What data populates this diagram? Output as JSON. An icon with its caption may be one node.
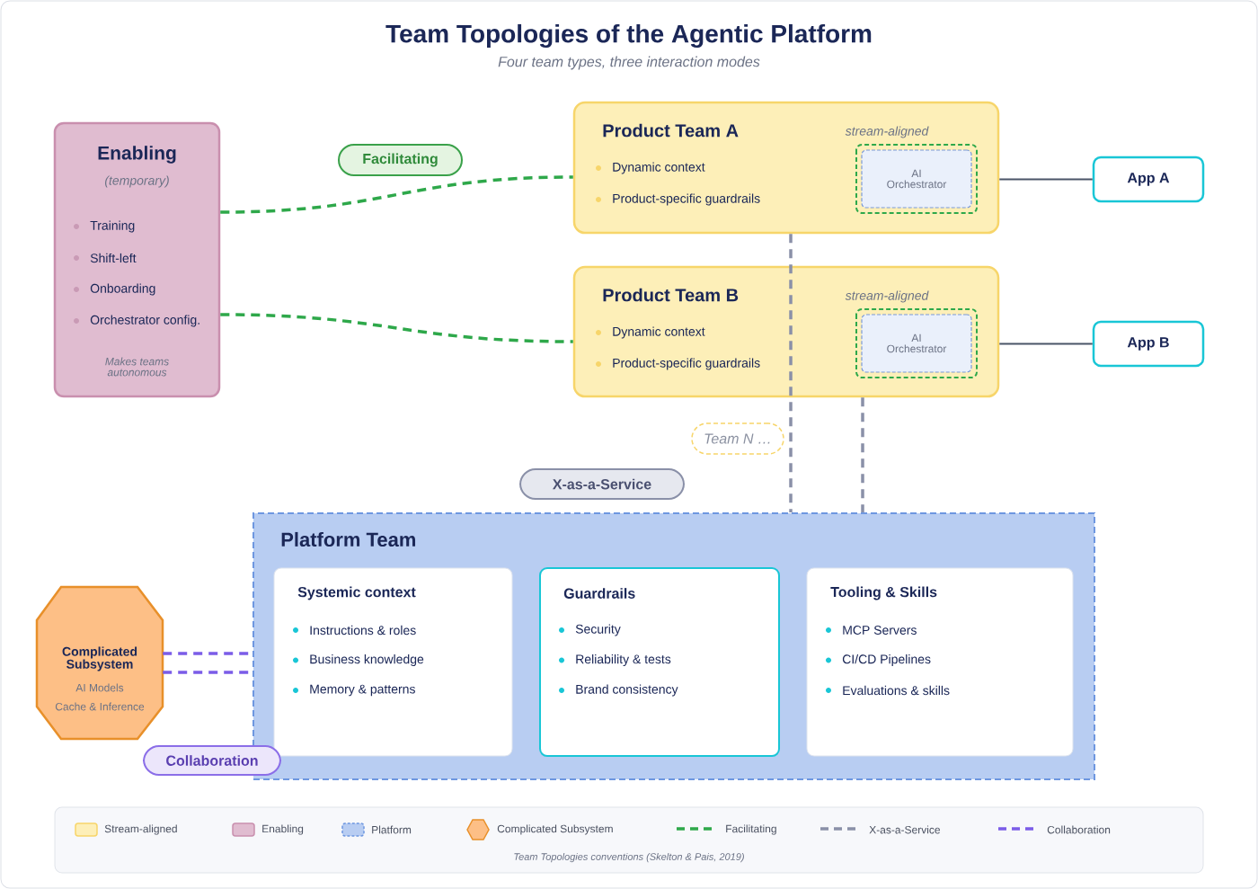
{
  "diagram": {
    "title": "Team Topologies of the Agentic Platform",
    "nodes": [
      {
        "text": [
          "Enabling",
          "(temporary)",
          "Training",
          "Shift-left",
          "Onboarding",
          "Orchestrator config.",
          "Makes teams autonomous"
        ]
      },
      {
        "text": [
          "Product Team A",
          "stream-aligned",
          "Dynamic context",
          "Product-specific guardrails"
        ]
      },
      {
        "text": [
          "AI Orchestrator"
        ],
        "in": 1
      },
      {
        "text": [
          "Product Team B",
          "stream-aligned",
          "Dynamic context",
          "Product-specific guardrails"
        ]
      },
      {
        "text": [
          "AI Orchestrator"
        ],
        "in": 3
      },
      {
        "text": [
          "App A"
        ]
      },
      {
        "text": [
          "App B"
        ]
      },
      {
        "text": [
          "Team N …"
        ]
      },
      {
        "text": [
          "Platform Team"
        ]
      },
      {
        "text": [
          "Systemic context",
          "Instructions & roles",
          "Business knowledge",
          "Memory & patterns"
        ],
        "in": 8
      },
      {
        "text": [
          "Guardrails",
          "Security",
          "Reliability & tests",
          "Brand consistency"
        ],
        "in": 8
      },
      {
        "text": [
          "Tooling & Skills",
          "MCP Servers",
          "CI/CD Pipelines",
          "Evaluations & skills"
        ],
        "in": 8
      },
      {
        "text": [
          "Complicated Subsystem",
          "AI Models",
          "Cache & Inference"
        ]
      },
      {
        "text": [
          "Facilitating"
        ]
      },
      {
        "text": [
          "X-as-a-Service"
        ]
      },
      {
        "text": [
          "Collaboration"
        ]
      }
    ],
    "edges": [
      {
        "from": 0,
        "to": 1,
        "arrow": "none",
        "style": "dashed",
        "color": "#2ea84a"
      },
      {
        "from": 0,
        "to": 3,
        "arrow": "none",
        "style": "dashed",
        "color": "#2ea84a"
      },
      {
        "from": 1,
        "to": 5,
        "arrow": "none"
      },
      {
        "from": 3,
        "to": 6,
        "arrow": "none"
      },
      {
        "from": 1,
        "to": 8,
        "arrow": "none",
        "style": "dashed",
        "color": "#8a90a8"
      },
      {
        "from": 3,
        "to": 8,
        "arrow": "none",
        "style": "dashed",
        "color": "#8a90a8"
      },
      {
        "from": 12,
        "to": 8,
        "arrow": "none",
        "style": "dashed",
        "color": "#7b5ce8"
      },
      {
        "from": 12,
        "to": 8,
        "arrow": "none",
        "style": "dashed",
        "color": "#7b5ce8"
      }
    ],
    "labels": [
      "Four team types, three interaction modes",
      "Team Topologies conventions (Skelton & Pais, 2019)"
    ],
    "legend": [
      {
        "text": "Stream-aligned",
        "color": "#fdefb8"
      },
      {
        "text": "Enabling",
        "color": "#e0bcd0"
      },
      {
        "text": "Platform",
        "color": "#b8cdf2"
      },
      {
        "text": "Complicated Subsystem"
      },
      {
        "text": "Facilitating"
      },
      {
        "text": "X-as-a-Service"
      },
      {
        "text": "Collaboration"
      }
    ]
  }
}
